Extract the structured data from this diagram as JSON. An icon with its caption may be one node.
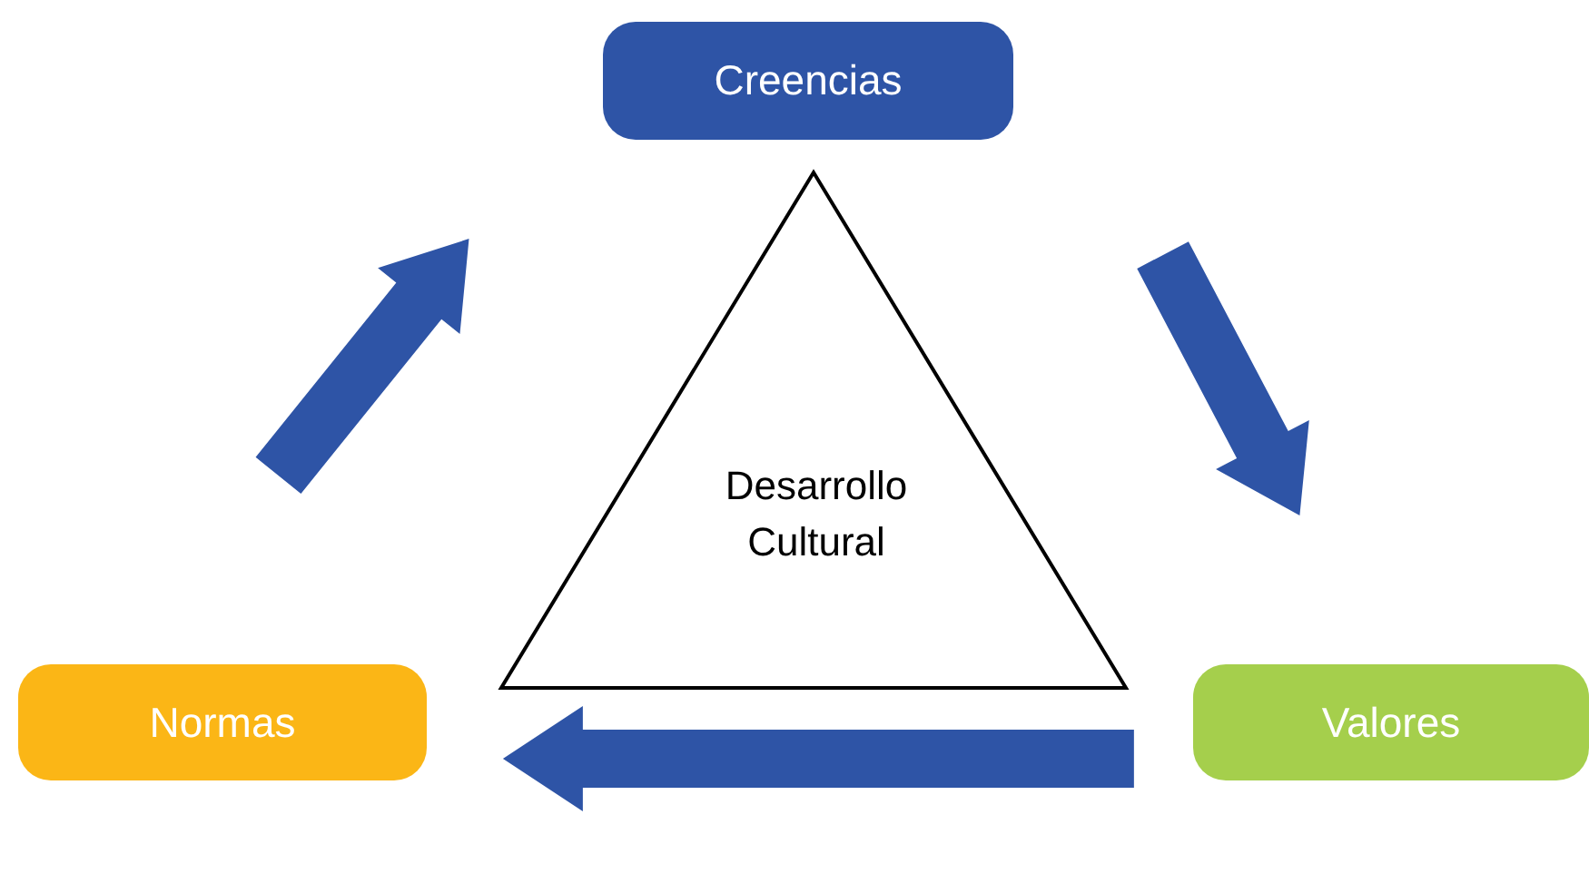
{
  "diagram": {
    "nodes": [
      {
        "text": [
          "Creencias"
        ]
      },
      {
        "text": [
          "Valores"
        ]
      },
      {
        "text": [
          "Normas"
        ]
      },
      {
        "text": [
          "Desarrollo Cultural"
        ]
      }
    ],
    "edges": [
      {
        "from": 0,
        "to": 1,
        "arrow": "to",
        "style": "thick"
      },
      {
        "from": 1,
        "to": 2,
        "arrow": "to",
        "style": "thick"
      },
      {
        "from": 2,
        "to": 0,
        "arrow": "to",
        "style": "thick"
      }
    ]
  }
}
